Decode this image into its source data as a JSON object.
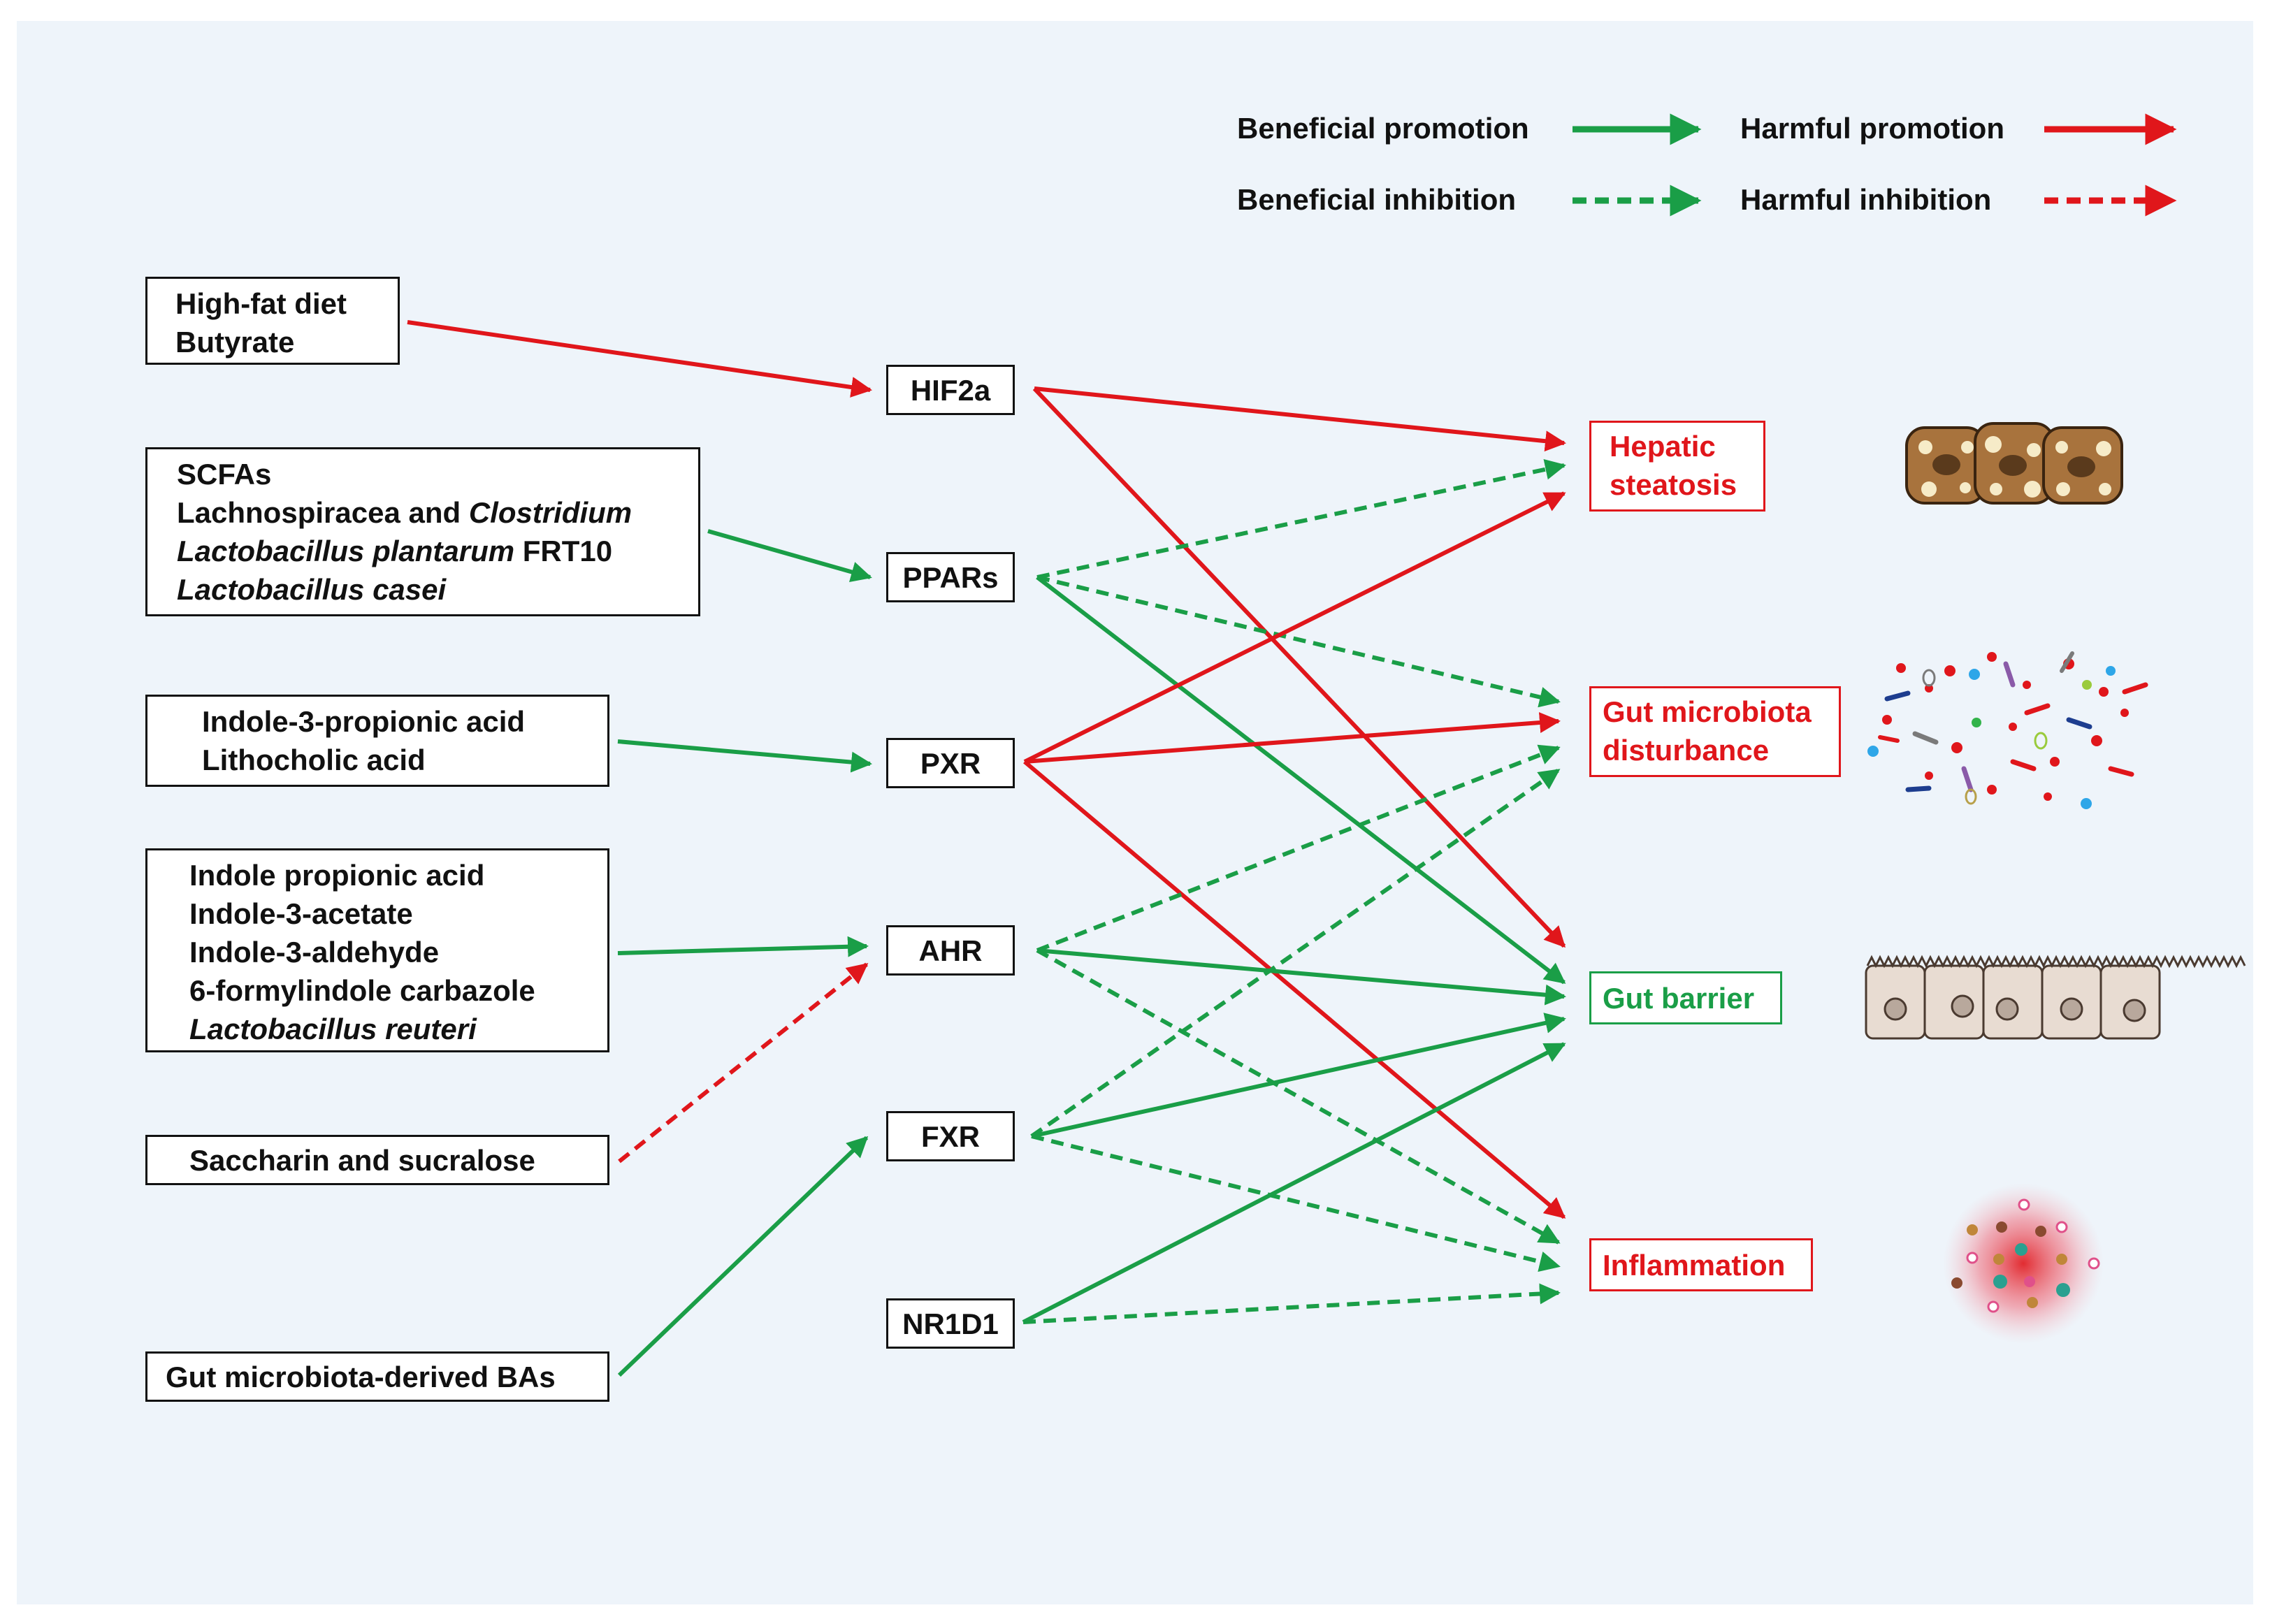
{
  "colors": {
    "green": "#1a9e47",
    "red": "#e0161b",
    "panel": "#eef4fa"
  },
  "legend": {
    "beneficial_promotion": "Beneficial promotion",
    "beneficial_inhibition": "Beneficial inhibition",
    "harmful_promotion": "Harmful promotion",
    "harmful_inhibition": "Harmful inhibition"
  },
  "sources": {
    "diet": {
      "l1": "High-fat diet",
      "l2": "Butyrate"
    },
    "scfa": {
      "l1": "SCFAs",
      "l2a": "Lachnospiracea and ",
      "l2b": "Clostridium",
      "l3a": "Lactobacillus plantarum",
      "l3b": " FRT10",
      "l4": "Lactobacillus casei"
    },
    "indole_pa": {
      "l1": "Indole-3-propionic acid",
      "l2": "Lithocholic acid"
    },
    "indoles": {
      "l1": "Indole propionic acid",
      "l2": "Indole-3-acetate",
      "l3": "Indole-3-aldehyde",
      "l4": "6-formylindole carbazole",
      "l5": "Lactobacillus reuteri"
    },
    "sweeteners": {
      "l1": "Saccharin and sucralose"
    },
    "bas": {
      "l1": "Gut microbiota-derived BAs"
    }
  },
  "receptors": {
    "hif2a": "HIF2a",
    "ppars": "PPARs",
    "pxr": "PXR",
    "ahr": "AHR",
    "fxr": "FXR",
    "nr1d1": "NR1D1"
  },
  "outcomes": {
    "hepatic": {
      "l1": "Hepatic",
      "l2": "steatosis"
    },
    "microbiota": {
      "l1": "Gut microbiota",
      "l2": "disturbance"
    },
    "barrier": {
      "l1": "Gut barrier"
    },
    "inflammation": {
      "l1": "Inflammation"
    }
  },
  "icons": [
    "hepatocyte-icon",
    "microbiota-icon",
    "intestinal-epithelium-icon",
    "inflammation-icon"
  ]
}
